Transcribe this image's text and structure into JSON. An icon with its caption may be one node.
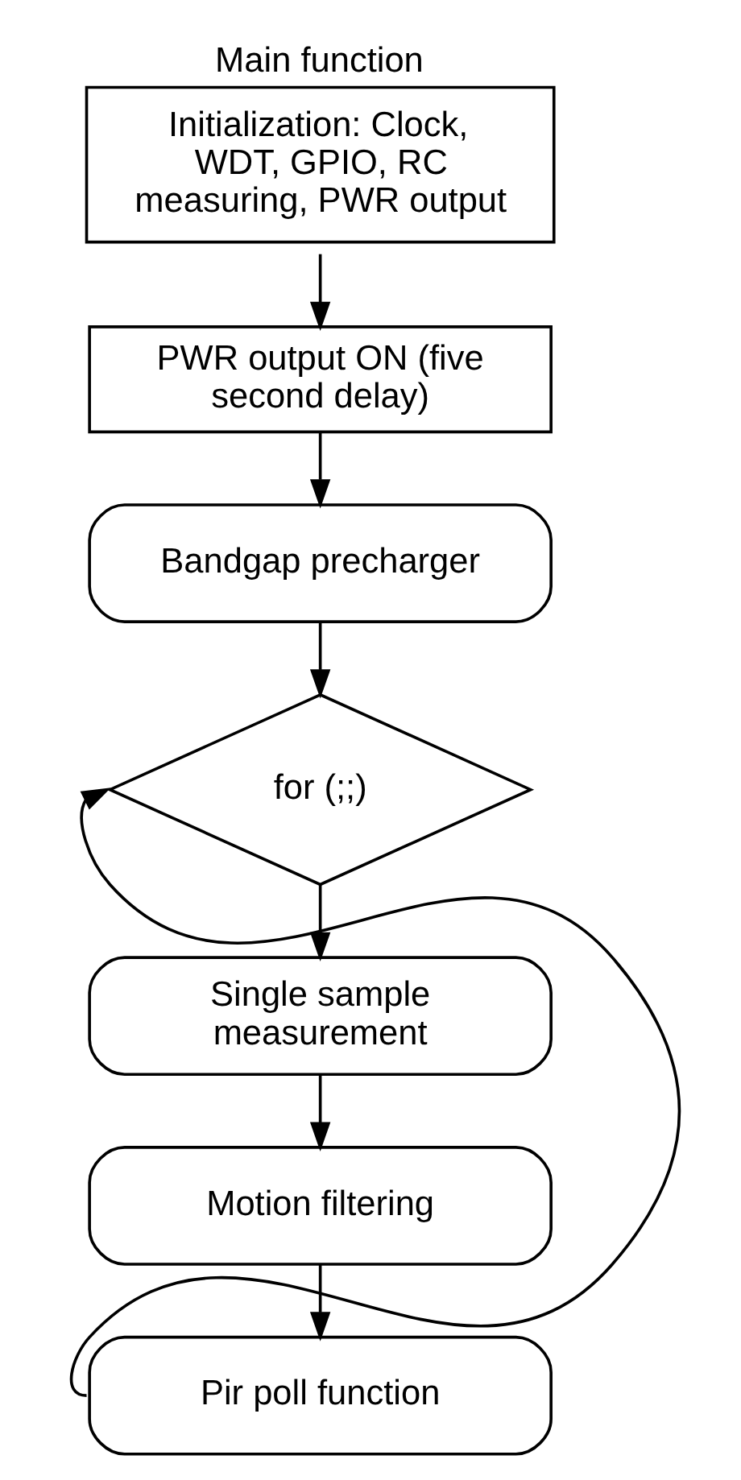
{
  "diagram": {
    "nodes": [
      {
        "text": [
          "Main function",
          "Initialization: Clock, WDT, GPIO, RC measuring, PWR output"
        ]
      },
      {
        "text": [
          "PWR output ON (five second delay)"
        ]
      },
      {
        "text": [
          "Bandgap precharger"
        ]
      },
      {
        "text": [
          "for (;;)"
        ]
      },
      {
        "text": [
          "Single sample measurement"
        ]
      },
      {
        "text": [
          "Motion filtering"
        ]
      },
      {
        "text": [
          "Pir poll function"
        ]
      }
    ],
    "edges": [
      {
        "from": 0,
        "to": 1,
        "arrow": "to"
      },
      {
        "from": 1,
        "to": 2,
        "arrow": "to"
      },
      {
        "from": 2,
        "to": 3,
        "arrow": "to"
      },
      {
        "from": 3,
        "to": 4,
        "arrow": "to"
      },
      {
        "from": 4,
        "to": 5,
        "arrow": "to"
      },
      {
        "from": 5,
        "to": 6,
        "arrow": "to"
      },
      {
        "from": 6,
        "to": 3,
        "arrow": "to"
      }
    ]
  }
}
